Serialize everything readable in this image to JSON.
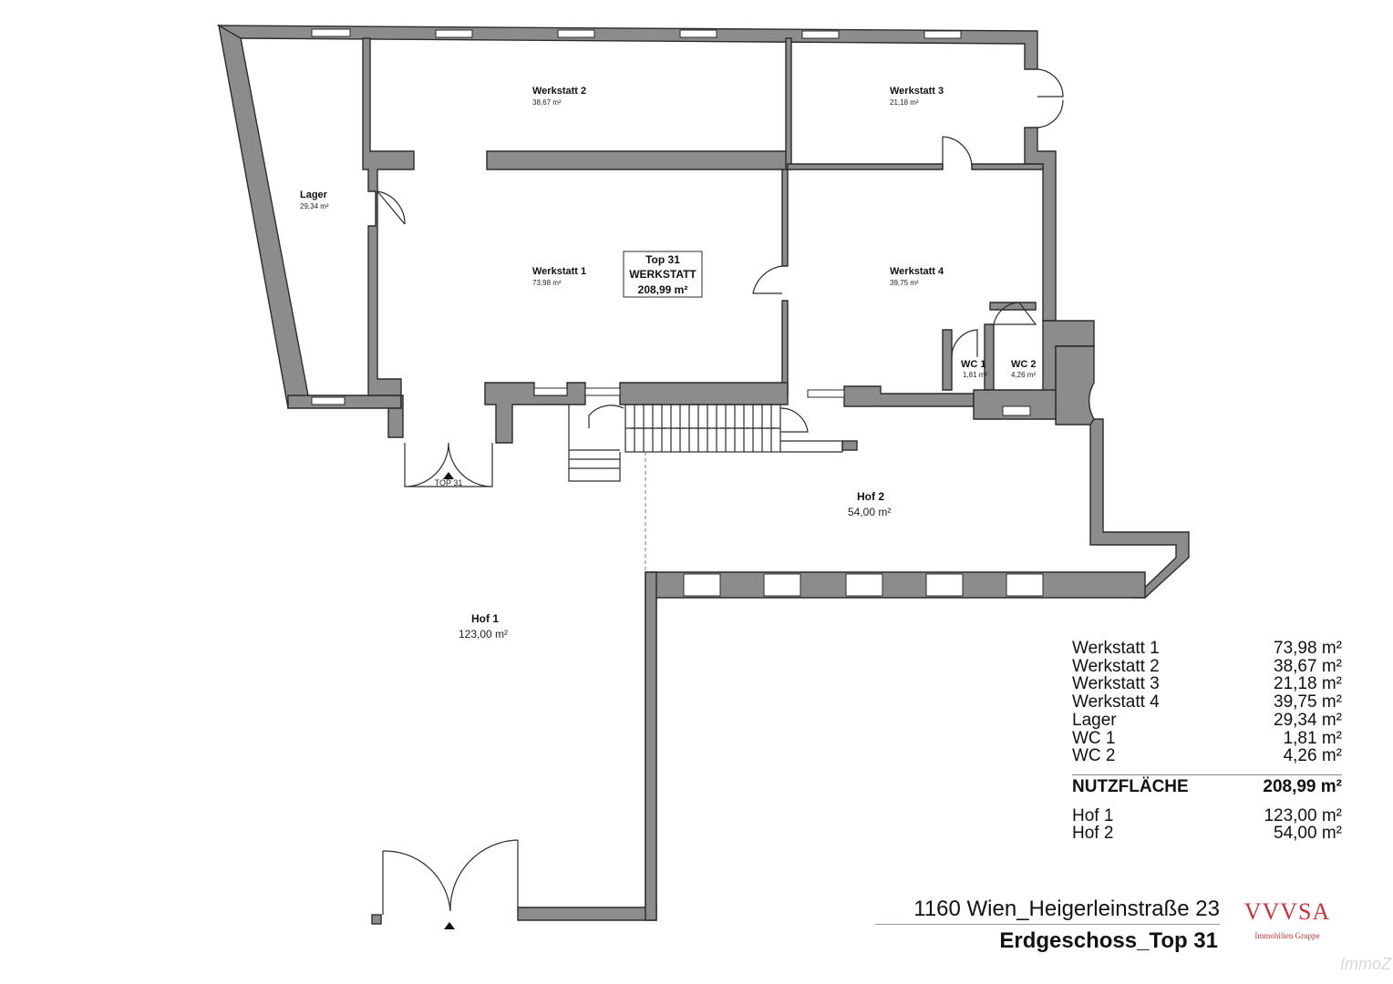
{
  "colors": {
    "wall": "#8c8c8c",
    "outline": "#2b2b2b",
    "logo": "#c8343a"
  },
  "rooms": {
    "werkstatt1": {
      "name": "Werkstatt 1",
      "area": "73,98 m²"
    },
    "werkstatt2": {
      "name": "Werkstatt 2",
      "area": "38,67 m²"
    },
    "werkstatt3": {
      "name": "Werkstatt 3",
      "area": "21,18 m²"
    },
    "werkstatt4": {
      "name": "Werkstatt 4",
      "area": "39,75 m²"
    },
    "lager": {
      "name": "Lager",
      "area": "29,34 m²"
    },
    "wc1": {
      "name": "WC 1",
      "area": "1,81 m²"
    },
    "wc2": {
      "name": "WC 2",
      "area": "4,26 m²"
    },
    "hof1": {
      "name": "Hof 1",
      "area": "123,00 m²"
    },
    "hof2": {
      "name": "Hof 2",
      "area": "54,00 m²"
    }
  },
  "unit_box": {
    "line1": "Top 31",
    "line2": "WERKSTATT",
    "line3": "208,99 m²"
  },
  "entrance_label": "TOP 31",
  "area_table": {
    "rows": [
      {
        "label": "Werkstatt 1",
        "value": "73,98 m²"
      },
      {
        "label": "Werkstatt 2",
        "value": "38,67 m²"
      },
      {
        "label": "Werkstatt 3",
        "value": "21,18 m²"
      },
      {
        "label": "Werkstatt 4",
        "value": "39,75 m²"
      },
      {
        "label": "Lager",
        "value": "29,34 m²"
      },
      {
        "label": "WC 1",
        "value": "1,81 m²"
      },
      {
        "label": "WC 2",
        "value": "4,26 m²"
      }
    ],
    "total": {
      "label": "NUTZFLÄCHE",
      "value": "208,99 m²"
    },
    "yards": [
      {
        "label": "Hof 1",
        "value": "123,00 m²"
      },
      {
        "label": "Hof 2",
        "value": "54,00 m²"
      }
    ]
  },
  "address": "1160 Wien_Heigerleinstraße 23",
  "floor_title": "Erdgeschoss_Top 31",
  "logo": {
    "main": "VVVSA",
    "sub": "Immobilien Gruppe"
  },
  "watermark": "ImmoZ"
}
